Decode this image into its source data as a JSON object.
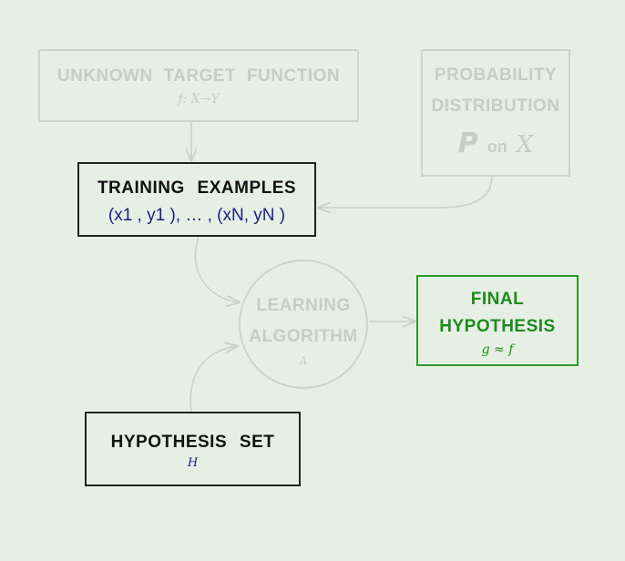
{
  "target_function": {
    "title": "UNKNOWN  TARGET  FUNCTION",
    "formula": "f: X→Y"
  },
  "probability": {
    "line1": "PROBABILITY",
    "line2": "DISTRIBUTION",
    "symbol": "P",
    "connector": "on",
    "space": "X"
  },
  "training": {
    "title": "TRAINING  EXAMPLES",
    "formula": "(x1 , y1 ), … , (xN, yN )"
  },
  "algorithm": {
    "line1": "LEARNING",
    "line2": "ALGORITHM",
    "symbol": "A"
  },
  "final": {
    "line1": "FINAL",
    "line2": "HYPOTHESIS",
    "formula": "g ≈ f"
  },
  "hypothesis_set": {
    "title": "HYPOTHESIS  SET",
    "symbol": "H"
  },
  "colors": {
    "background": "#e6efe4",
    "faded": "#c6cec4",
    "dark": "#111111",
    "green": "#1f8a1f",
    "math_blue": "#1a237e"
  }
}
